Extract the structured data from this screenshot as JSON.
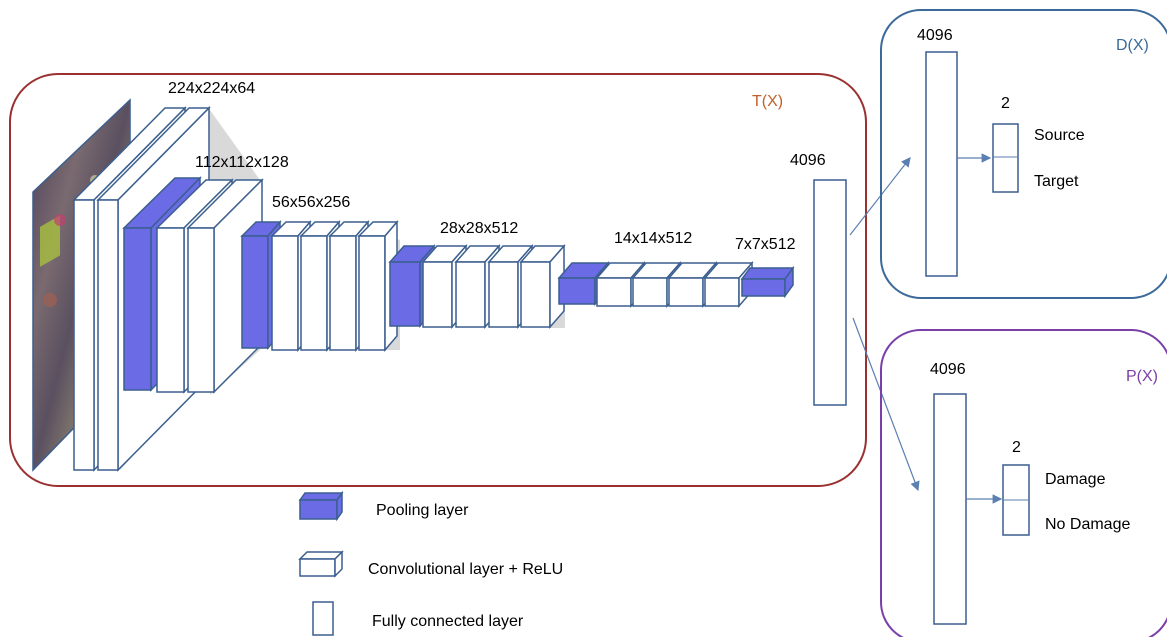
{
  "colors": {
    "pool": "#6b6be6",
    "conv": "#ffffff",
    "stroke": "#3b5f8f",
    "shadow": "#d9d9d9",
    "tx_border": "#9b3030",
    "tx_label": "#c0602a",
    "dx_border": "#3b6a9a",
    "dx_label": "#3b6a9a",
    "px_border": "#7a3fa8",
    "px_label": "#7a3fa8"
  },
  "feature_extractor": {
    "label": "T(X)",
    "stage_labels": [
      "224x224x64",
      "112x112x128",
      "56x56x256",
      "28x28x512",
      "14x14x512",
      "7x7x512"
    ],
    "fc_label": "4096"
  },
  "domain_classifier": {
    "label": "D(X)",
    "fc_label": "4096",
    "output_label": "2",
    "outputs": [
      "Source",
      "Target"
    ]
  },
  "damage_classifier": {
    "label": "P(X)",
    "fc_label": "4096",
    "output_label": "2",
    "outputs": [
      "Damage",
      "No Damage"
    ]
  },
  "legend": [
    {
      "icon": "pooling-layer-icon",
      "label": "Pooling layer"
    },
    {
      "icon": "conv-layer-icon",
      "label": "Convolutional layer + ReLU"
    },
    {
      "icon": "fc-layer-icon",
      "label": "Fully connected layer"
    }
  ]
}
